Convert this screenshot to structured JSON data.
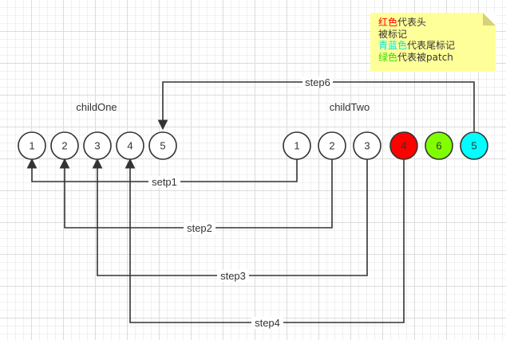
{
  "groups": {
    "child_one": "childOne",
    "child_two": "childTwo"
  },
  "child_one_nodes": [
    "1",
    "2",
    "3",
    "4",
    "5"
  ],
  "child_two_nodes": [
    {
      "label": "1",
      "fill": "#ffffff",
      "text_color": "#333333"
    },
    {
      "label": "2",
      "fill": "#ffffff",
      "text_color": "#333333"
    },
    {
      "label": "3",
      "fill": "#ffffff",
      "text_color": "#333333"
    },
    {
      "label": "4",
      "fill": "#ff0000",
      "text_color": "#333333"
    },
    {
      "label": "6",
      "fill": "#80ff00",
      "text_color": "#333333"
    },
    {
      "label": "5",
      "fill": "#00ffff",
      "text_color": "#333333"
    }
  ],
  "steps": [
    {
      "label": "setp1",
      "from": "child_two.1",
      "to": "child_one.1"
    },
    {
      "label": "step2",
      "from": "child_two.2",
      "to": "child_one.2"
    },
    {
      "label": "step3",
      "from": "child_two.3",
      "to": "child_one.3"
    },
    {
      "label": "step4",
      "from": "child_two.4",
      "to": "child_one.4"
    },
    {
      "label": "step6",
      "from": "child_two.5",
      "to": "child_one.5"
    }
  ],
  "legend": {
    "line1": {
      "colored": "红色",
      "color": "#ff0000",
      "rest": "代表头"
    },
    "line2": {
      "colored": "",
      "color": "#333333",
      "rest": "被标记"
    },
    "line3": {
      "colored": "青蓝色",
      "color": "#00e5ee",
      "rest": "代表尾标记"
    },
    "line4": {
      "colored": "绿色",
      "color": "#33dd00",
      "rest": "代表被patch"
    }
  }
}
